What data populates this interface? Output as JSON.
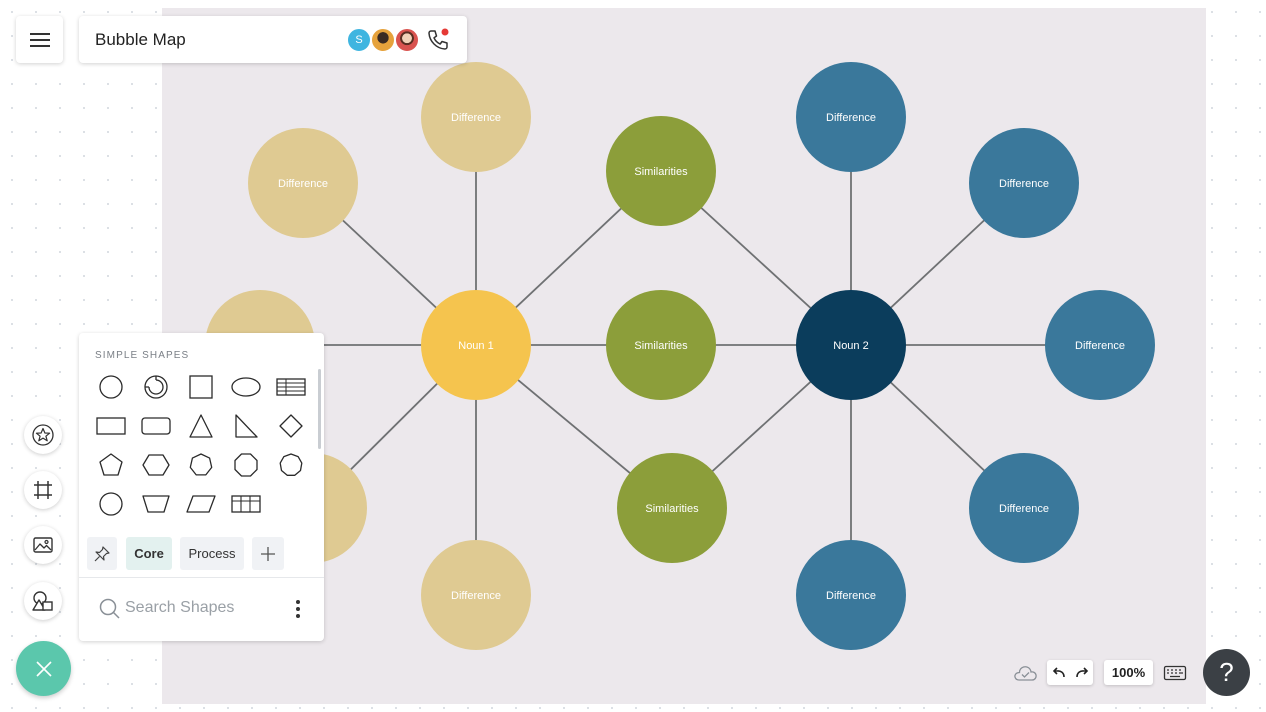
{
  "app": {
    "title": "Bubble Map"
  },
  "collaborators": [
    {
      "initial": "S",
      "color": "#3fb5e0"
    },
    {
      "initial": "",
      "color": "#e6a23c"
    },
    {
      "initial": "",
      "color": "#d9534f"
    }
  ],
  "diagram": {
    "colors": {
      "difference_left": "#dfca92",
      "similarity": "#8c9e3a",
      "noun1": "#f5c44e",
      "noun2": "#0b3d5c",
      "difference_right": "#3a789b",
      "connector": "#6f7173"
    },
    "nodes": {
      "noun1": "Noun 1",
      "noun2": "Noun 2",
      "sim_top": "Similarities",
      "sim_mid": "Similarities",
      "sim_bot": "Similarities",
      "diff_l_top": "Difference",
      "diff_l_upleft": "Difference",
      "diff_l_bottom": "Difference",
      "diff_r_top": "Difference",
      "diff_r_upright": "Difference",
      "diff_r_right": "Difference",
      "diff_r_downright": "Difference",
      "diff_r_bottom": "Difference"
    }
  },
  "shape_panel": {
    "title": "SIMPLE SHAPES",
    "shapes": [
      "circle-shape",
      "donut-shape",
      "square-shape",
      "ellipse-shape",
      "table-shape",
      "rectangle-shape",
      "rounded-rectangle-shape",
      "triangle-shape",
      "right-triangle-shape",
      "diamond-shape",
      "pentagon-shape",
      "hexagon-shape",
      "heptagon-shape",
      "octagon-shape",
      "nonagon-shape",
      "decagon-shape",
      "trapezoid-shape",
      "parallelogram-shape",
      "grid-table-shape"
    ],
    "tabs": [
      "Core",
      "Process"
    ],
    "search_placeholder": "Search Shapes"
  },
  "toolbar": {
    "zoom": "100%"
  },
  "help": {
    "label": "?"
  }
}
